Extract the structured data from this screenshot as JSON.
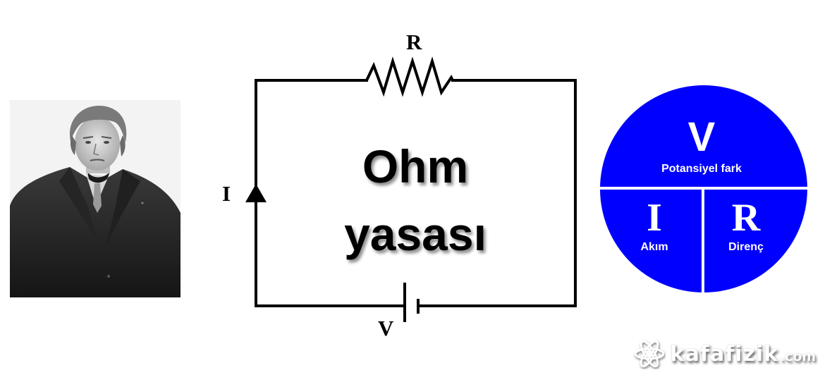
{
  "title": {
    "line1": "Ohm",
    "line2": "yasası"
  },
  "portrait": {
    "description": "Georg Simon Ohm portrait"
  },
  "circuit": {
    "resistor_label": "R",
    "current_label": "I",
    "voltage_label": "V",
    "current_direction": "up"
  },
  "ohm_wheel": {
    "color": "#0000ff",
    "top": {
      "symbol": "V",
      "label": "Potansiyel fark"
    },
    "bottom_left": {
      "symbol": "I",
      "label": "Akım"
    },
    "bottom_right": {
      "symbol": "R",
      "label": "Direnç"
    }
  },
  "watermark": {
    "brand": "kafafizik",
    "tld": ".com"
  }
}
